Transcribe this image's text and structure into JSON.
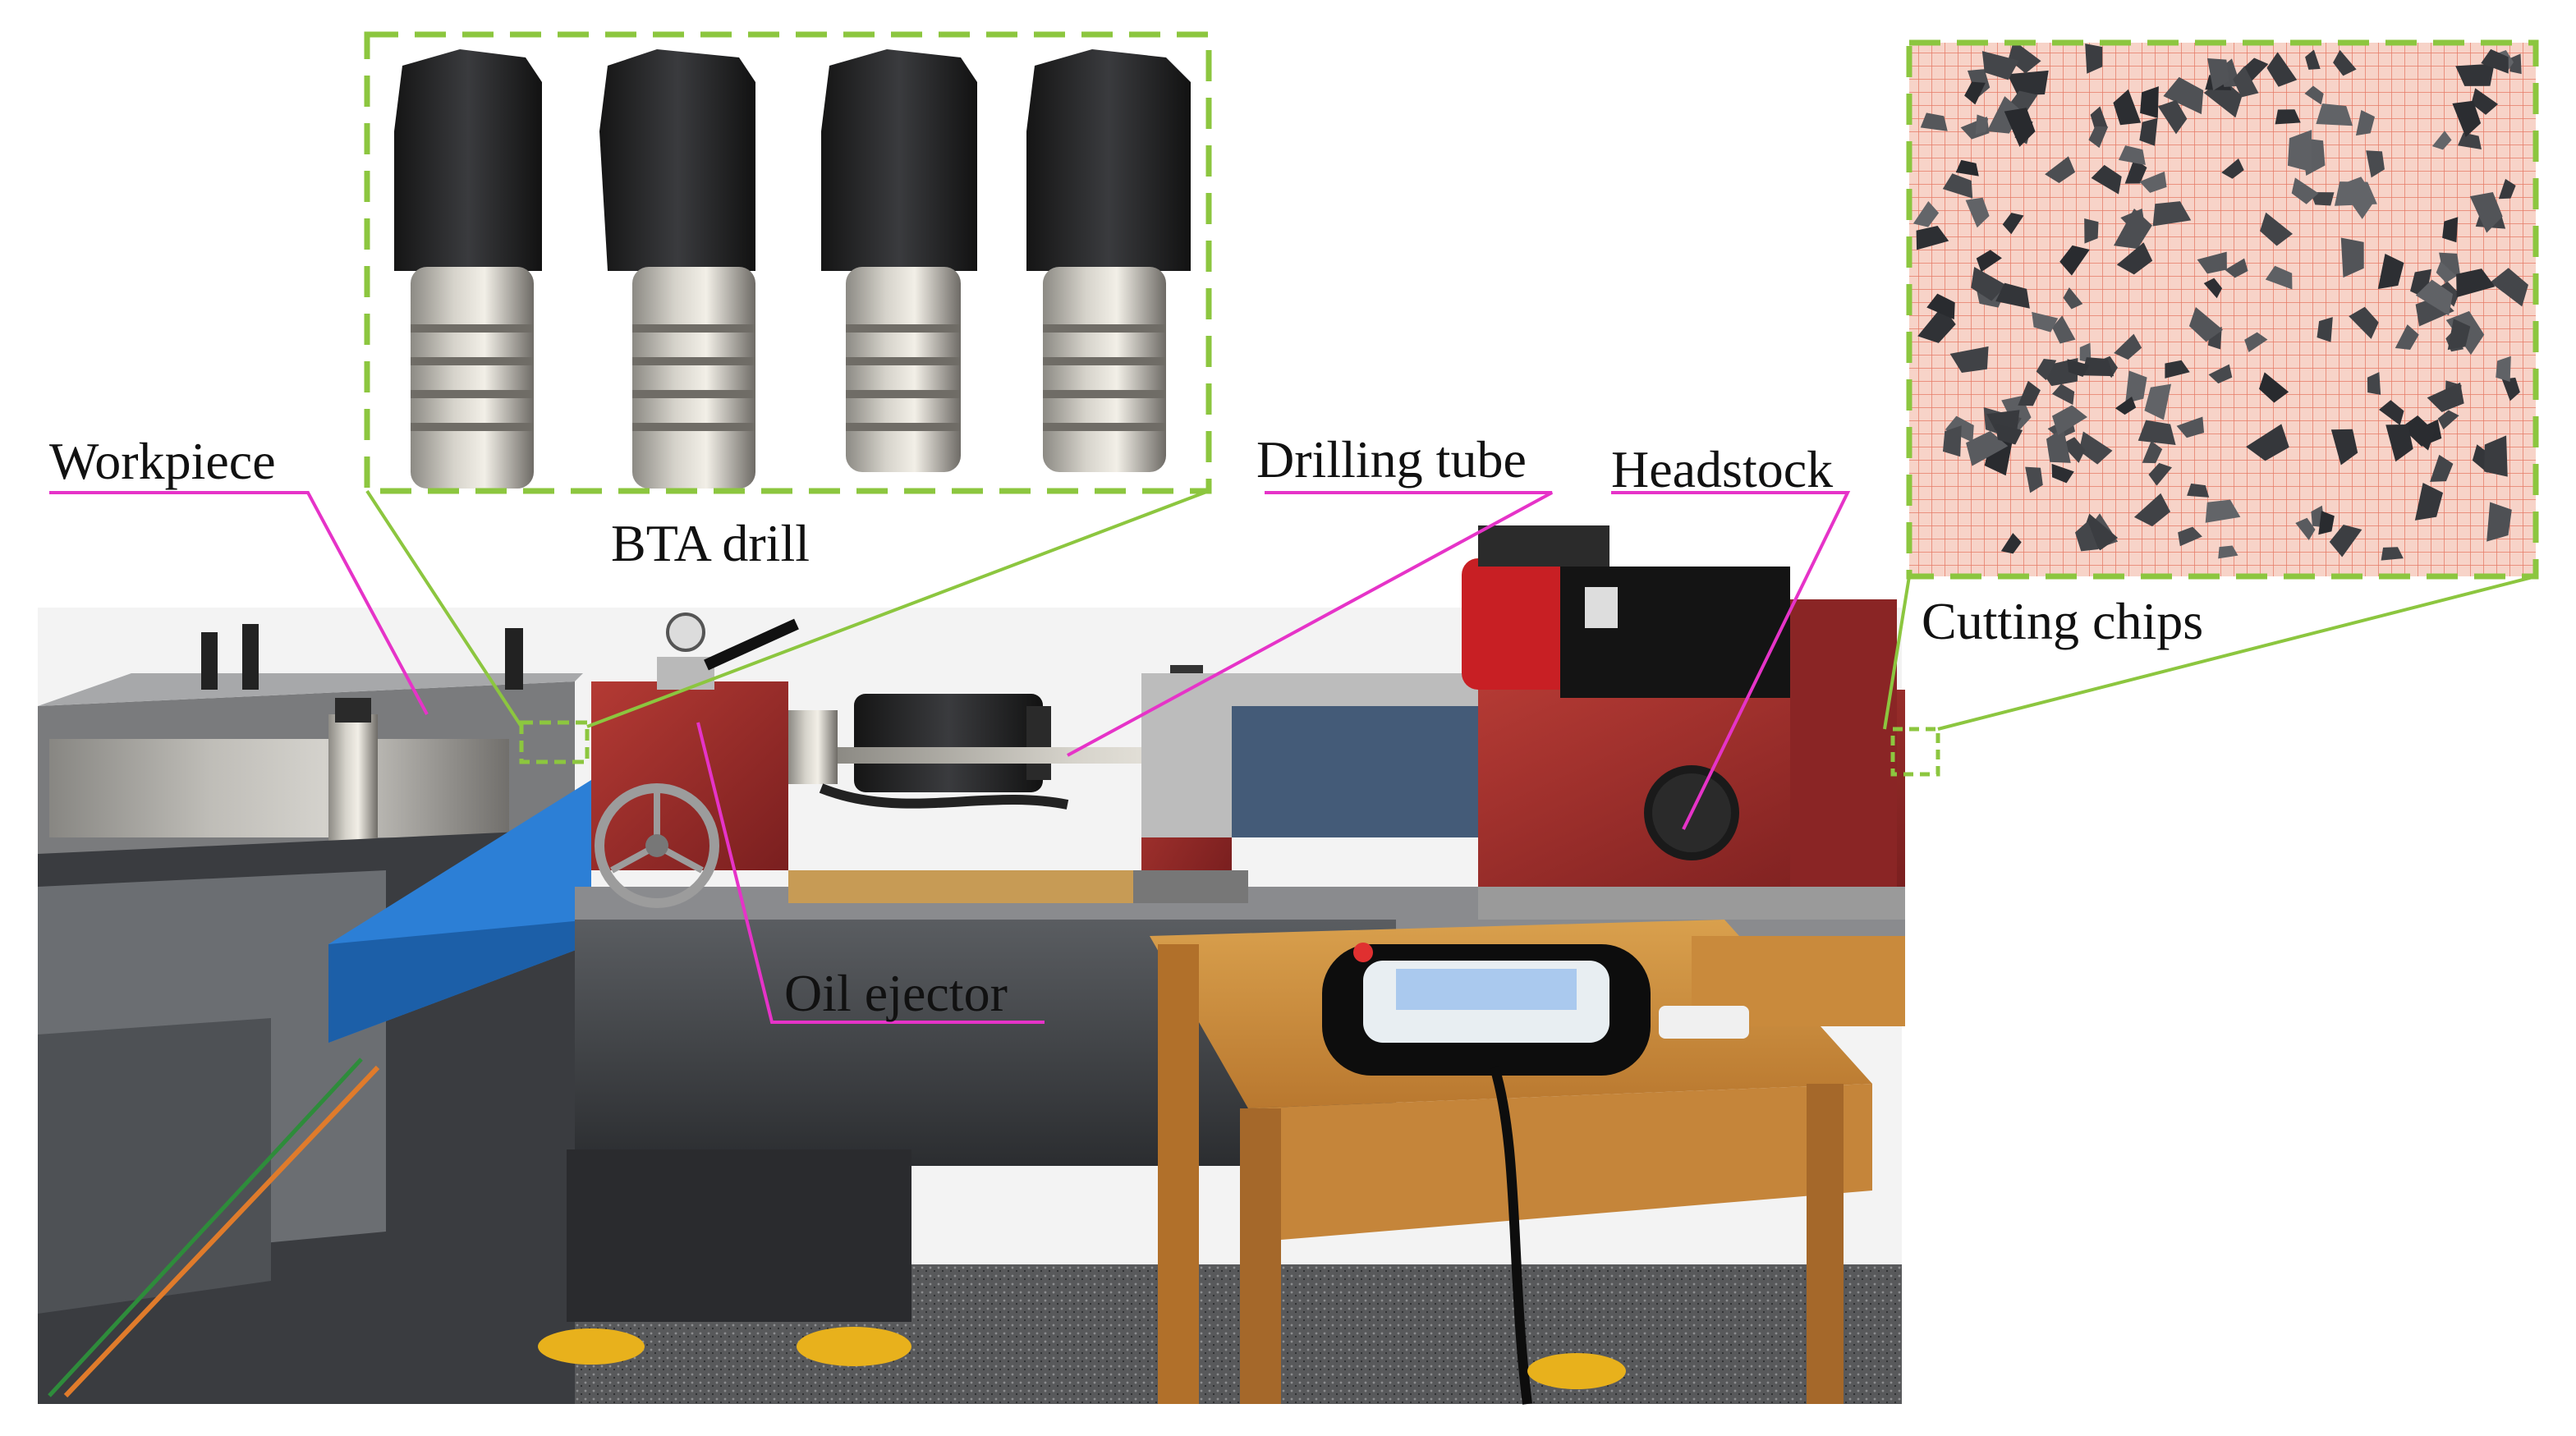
{
  "labels": {
    "workpiece": "Workpiece",
    "bta_drill": "BTA drill",
    "drilling_tube": "Drilling tube",
    "headstock": "Headstock",
    "cutting_chips": "Cutting chips",
    "oil_ejector": "Oil ejector"
  },
  "colors": {
    "leader_magenta": "#e633c8",
    "inset_frame_green": "#8cc63f",
    "machine_red": "#9a2a2a",
    "chute_blue": "#2c7fd6",
    "table_wood": "#c98a3c",
    "grid_paper": "#f7c7b8"
  }
}
